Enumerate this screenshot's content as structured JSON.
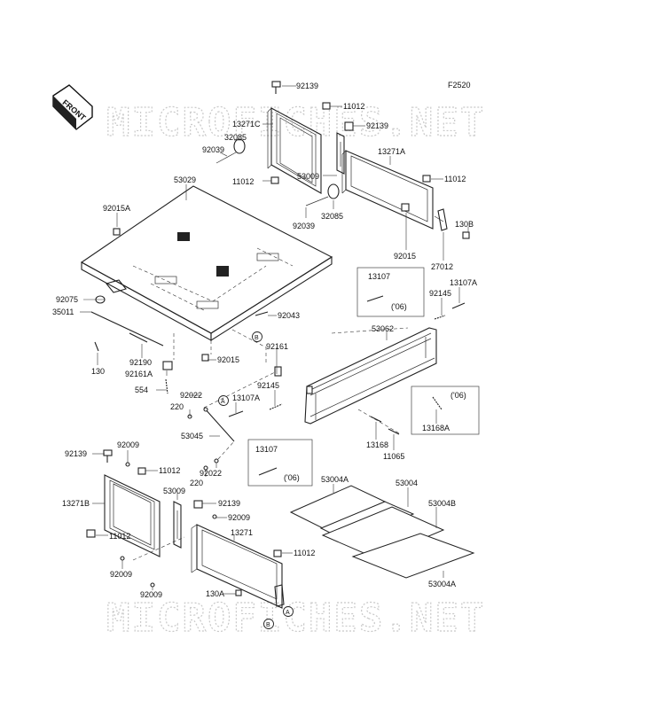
{
  "figure_id": "F2520",
  "watermark": "MICROFICHES.NET",
  "front_label": "FRONT",
  "reference_markers": [
    "A",
    "B"
  ],
  "part_numbers": [
    "92139",
    "11012",
    "13271C",
    "92139",
    "32085",
    "92039",
    "11012",
    "13271A",
    "53029",
    "53009",
    "11012",
    "92015A",
    "32085",
    "92039",
    "130B",
    "92015",
    "27012",
    "13107",
    "13107A",
    "92145",
    "('06)",
    "92075",
    "35011",
    "92043",
    "53062",
    "130",
    "92190",
    "92161A",
    "92015",
    "92161",
    "554",
    "92145",
    "92022",
    "13107A",
    "220",
    "('06)",
    "53045",
    "13168A",
    "13168",
    "11065",
    "92139",
    "92009",
    "11012",
    "13107",
    "('06)",
    "92022",
    "220",
    "53004A",
    "53004",
    "53009",
    "13271B",
    "92139",
    "92009",
    "53004B",
    "13271",
    "11012",
    "92009",
    "11012",
    "92009",
    "130A",
    "53004A"
  ]
}
